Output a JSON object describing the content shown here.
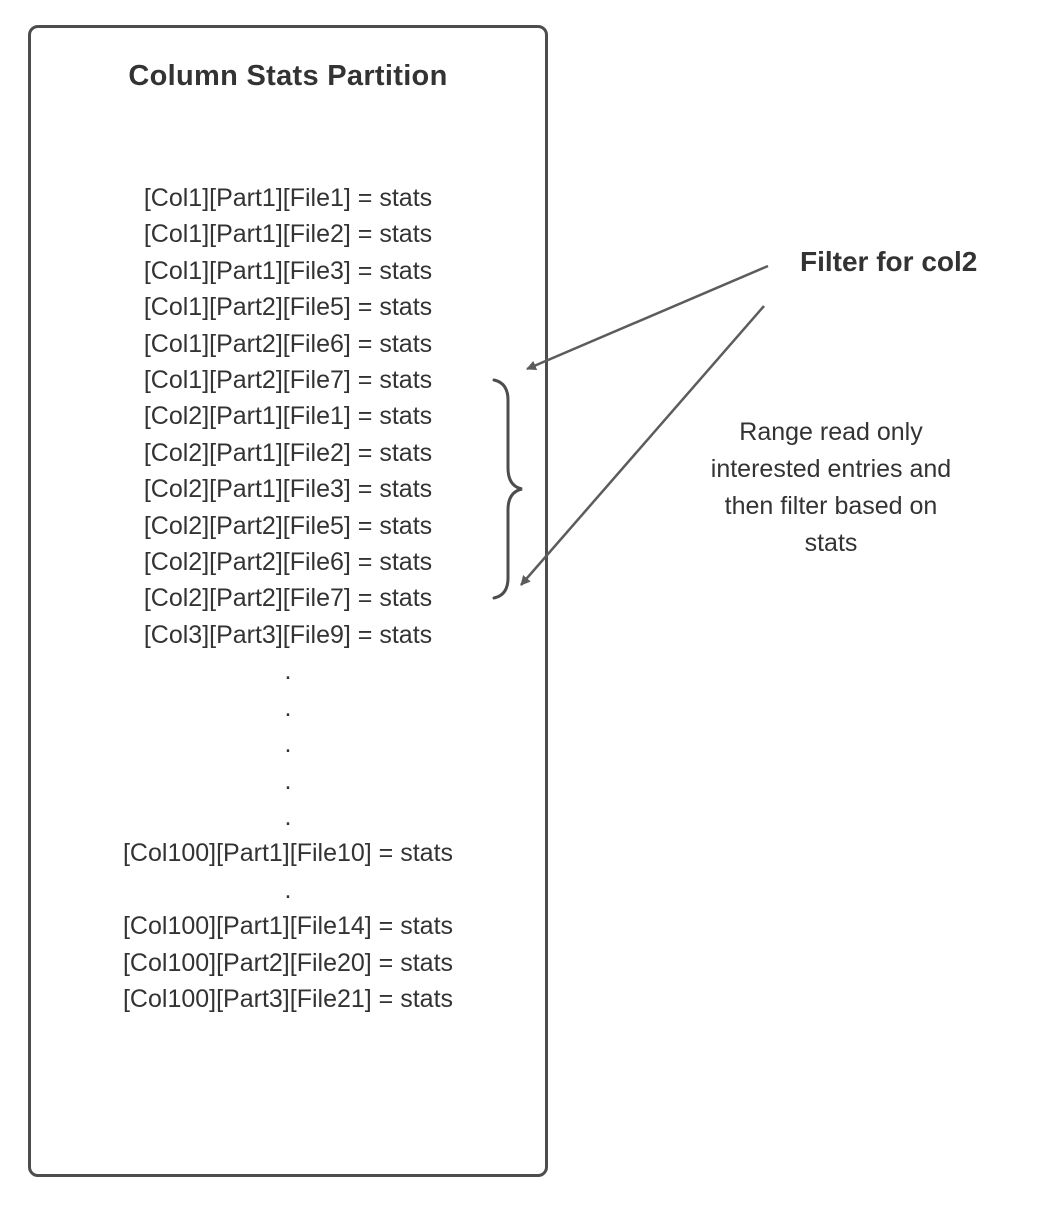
{
  "diagram": {
    "box": {
      "title": "Column Stats Partition"
    },
    "entries": [
      "[Col1][Part1][File1] = stats",
      "[Col1][Part1][File2] = stats",
      "[Col1][Part1][File3] = stats",
      "[Col1][Part2][File5] = stats",
      "[Col1][Part2][File6] = stats",
      "[Col1][Part2][File7] = stats",
      "[Col2][Part1][File1] = stats",
      "[Col2][Part1][File2] = stats",
      "[Col2][Part1][File3] = stats",
      "[Col2][Part2][File5] = stats",
      "[Col2][Part2][File6] = stats",
      "[Col2][Part2][File7] = stats",
      "[Col3][Part3][File9] = stats",
      ".",
      ".",
      ".",
      ".",
      ".",
      "[Col100][Part1][File10] = stats",
      ".",
      "[Col100][Part1][File14] = stats",
      "[Col100][Part2][File20] = stats",
      "[Col100][Part3][File21] = stats"
    ],
    "filter_label": "Filter for col2",
    "note": {
      "lines": [
        "Range read only",
        "interested entries and",
        "then filter based on",
        "stats"
      ]
    },
    "colors": {
      "line_color": "#4d4d4d",
      "arrow_color": "#5c5c5c",
      "text_color": "#333333"
    }
  }
}
